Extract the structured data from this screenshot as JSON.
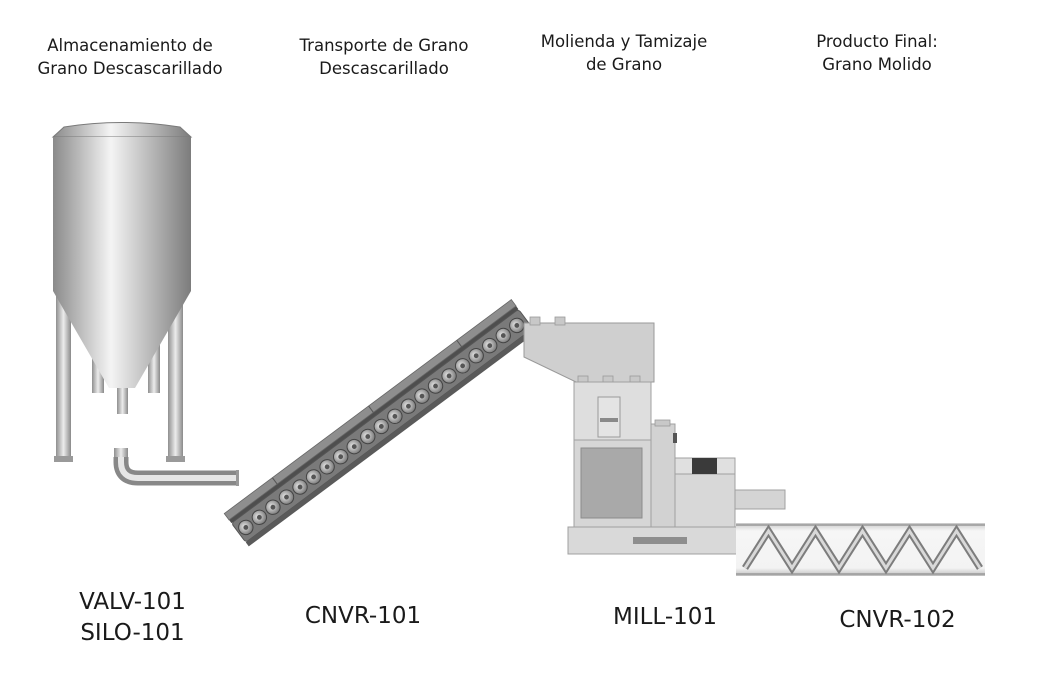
{
  "stages": [
    {
      "title_lines": [
        "Almacenamiento de",
        "Grano Descascarillado"
      ],
      "tags": [
        "VALV-101",
        "SILO-101"
      ]
    },
    {
      "title_lines": [
        "Transporte de Grano",
        "Descascarillado"
      ],
      "tags": [
        "CNVR-101"
      ]
    },
    {
      "title_lines": [
        "Molienda y Tamizaje",
        "de Grano"
      ],
      "tags": [
        "MILL-101"
      ]
    },
    {
      "title_lines": [
        "Producto Final:",
        "Grano Molido"
      ],
      "tags": [
        "CNVR-102"
      ]
    }
  ],
  "colors": {
    "steel_dark": "#8c8c8c",
    "steel_light": "#f2f2f2",
    "belt": "#6f6f6f",
    "mill_body": "#cfcfcf",
    "mill_panel": "#a8a8a8"
  },
  "icons": [
    "silo-icon",
    "pipe-icon",
    "belt-conveyor-icon",
    "hammer-mill-icon",
    "screw-conveyor-icon"
  ]
}
